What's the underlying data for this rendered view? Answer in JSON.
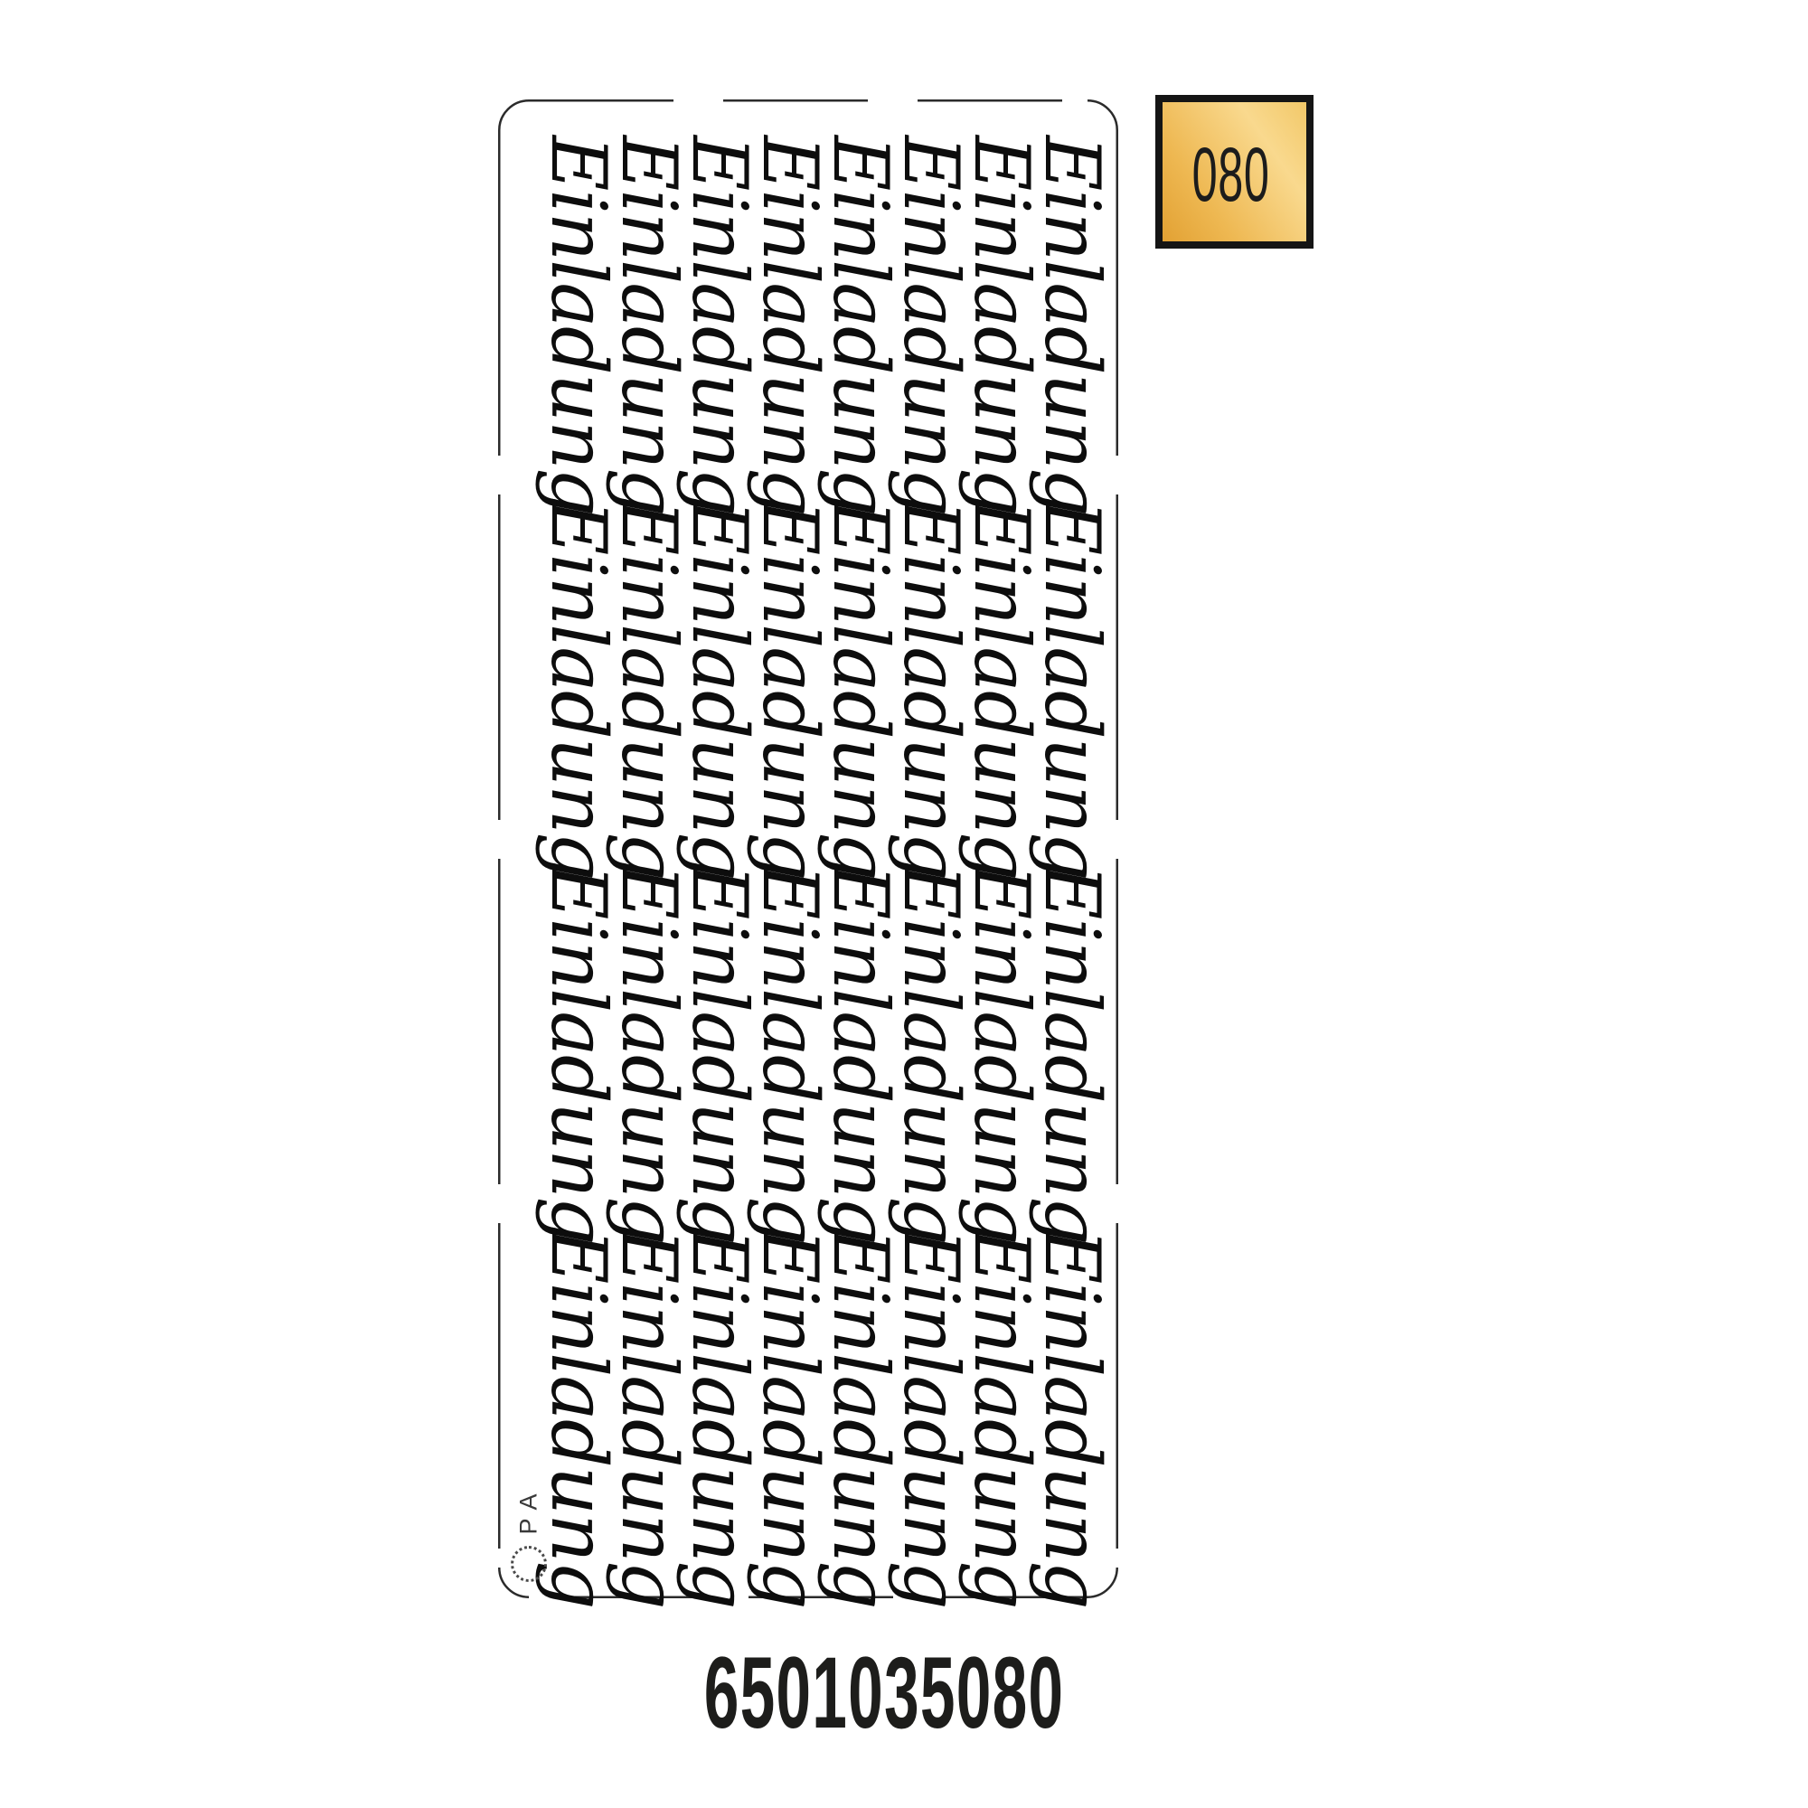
{
  "page": {
    "background_color": "#ffffff"
  },
  "sticker_sheet": {
    "word": "Einladung",
    "rows": 4,
    "words_per_row": 8,
    "ink_color": "#0d0d0d",
    "border_color": "#2b2b2b",
    "maker_mark": {
      "letters": [
        "A",
        "P"
      ],
      "symbol": "copyright-dotted-circle"
    }
  },
  "color_chip": {
    "code": "080",
    "border_color": "#151515",
    "gold_light": "#f9d98e",
    "gold_dark": "#e2a133"
  },
  "product_code": "6501035080"
}
